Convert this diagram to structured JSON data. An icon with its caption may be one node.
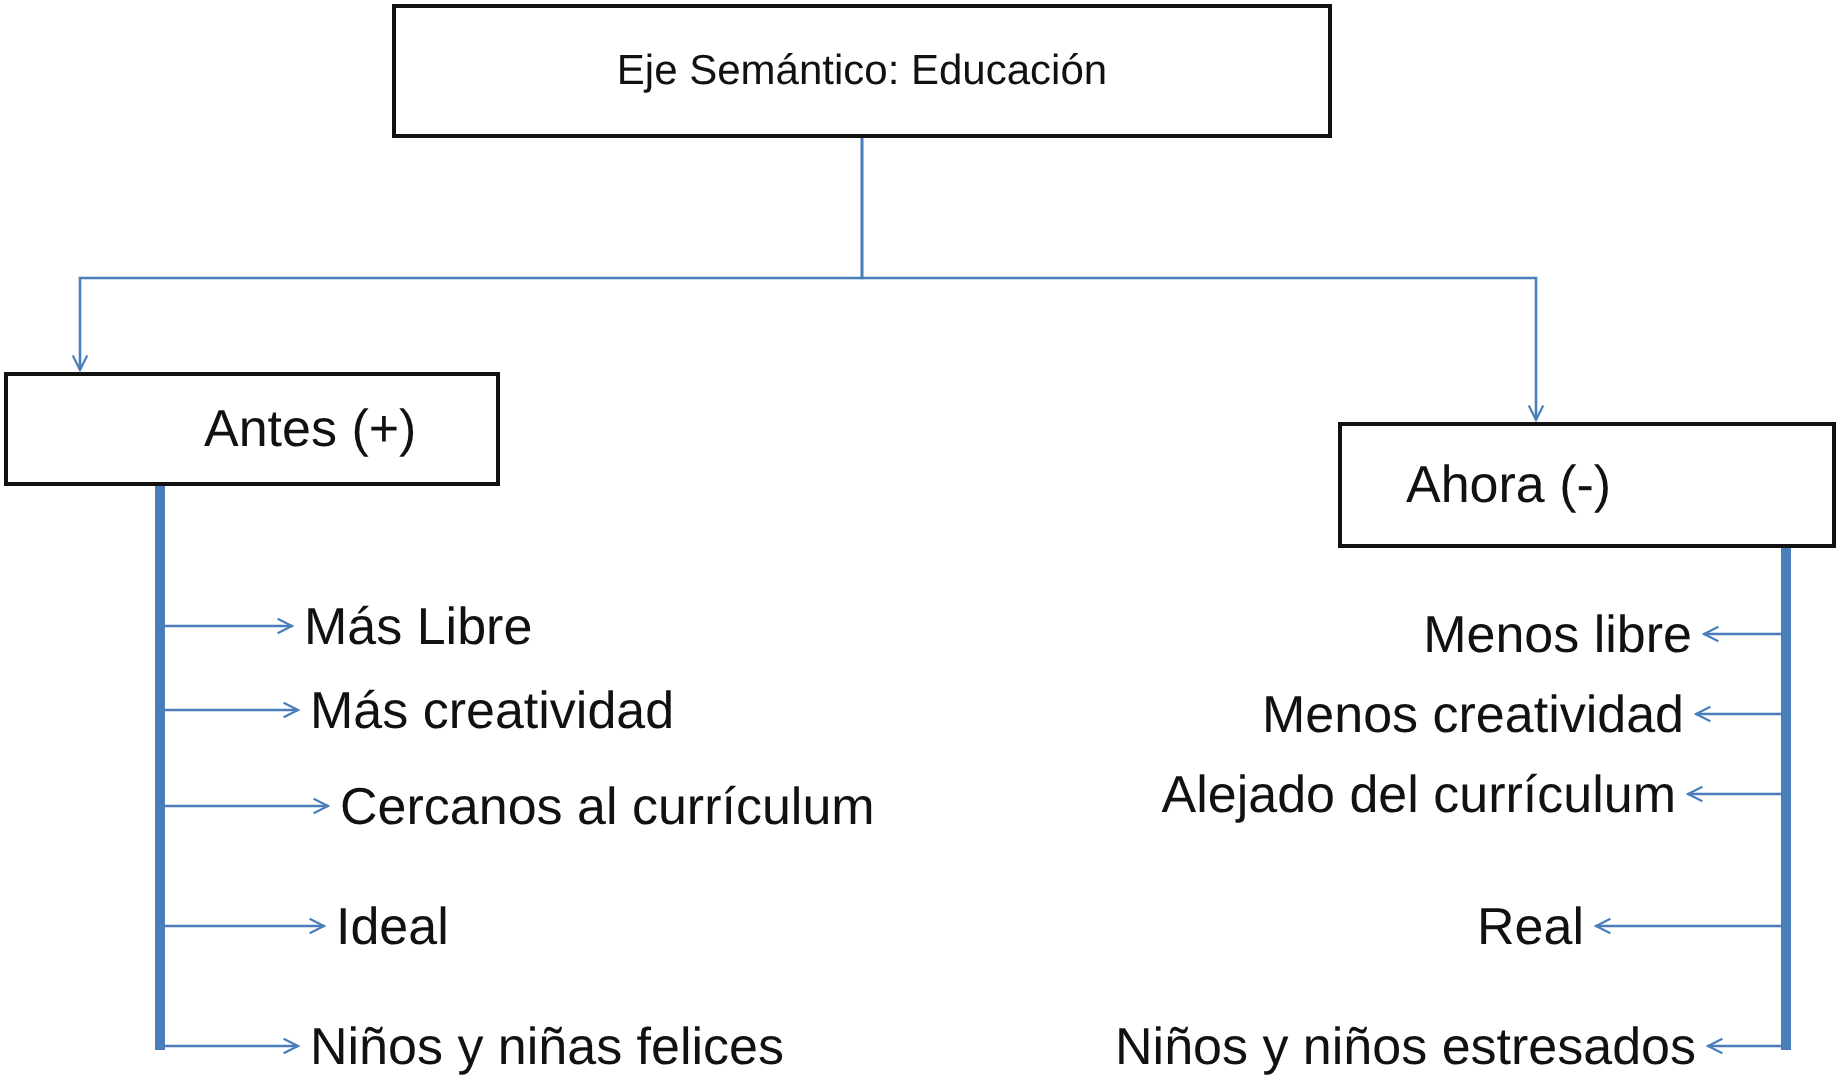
{
  "diagram": {
    "nodes": [
      {
        "text": [
          "Eje Semántico: Educación"
        ]
      },
      {
        "text": [
          "Antes (+)"
        ]
      },
      {
        "text": [
          "Ahora (-)"
        ]
      },
      {
        "text": [
          "Más Libre"
        ]
      },
      {
        "text": [
          "Más creatividad"
        ]
      },
      {
        "text": [
          "Cercanos al currículum"
        ]
      },
      {
        "text": [
          "Ideal"
        ]
      },
      {
        "text": [
          "Niños y niñas felices"
        ]
      },
      {
        "text": [
          "Menos libre"
        ]
      },
      {
        "text": [
          "Menos creatividad"
        ]
      },
      {
        "text": [
          "Alejado del currículum"
        ]
      },
      {
        "text": [
          "Real"
        ]
      },
      {
        "text": [
          "Niños y niños estresados"
        ]
      }
    ],
    "edges": [
      {
        "from": 0,
        "to": 1,
        "arrow": "to"
      },
      {
        "from": 0,
        "to": 2,
        "arrow": "to"
      },
      {
        "from": 1,
        "to": 3,
        "arrow": "to"
      },
      {
        "from": 1,
        "to": 4,
        "arrow": "to"
      },
      {
        "from": 1,
        "to": 5,
        "arrow": "to"
      },
      {
        "from": 1,
        "to": 6,
        "arrow": "to"
      },
      {
        "from": 1,
        "to": 7,
        "arrow": "to"
      },
      {
        "from": 2,
        "to": 8,
        "arrow": "to"
      },
      {
        "from": 2,
        "to": 9,
        "arrow": "to"
      },
      {
        "from": 2,
        "to": 10,
        "arrow": "to"
      },
      {
        "from": 2,
        "to": 11,
        "arrow": "to"
      },
      {
        "from": 2,
        "to": 12,
        "arrow": "to"
      }
    ]
  }
}
